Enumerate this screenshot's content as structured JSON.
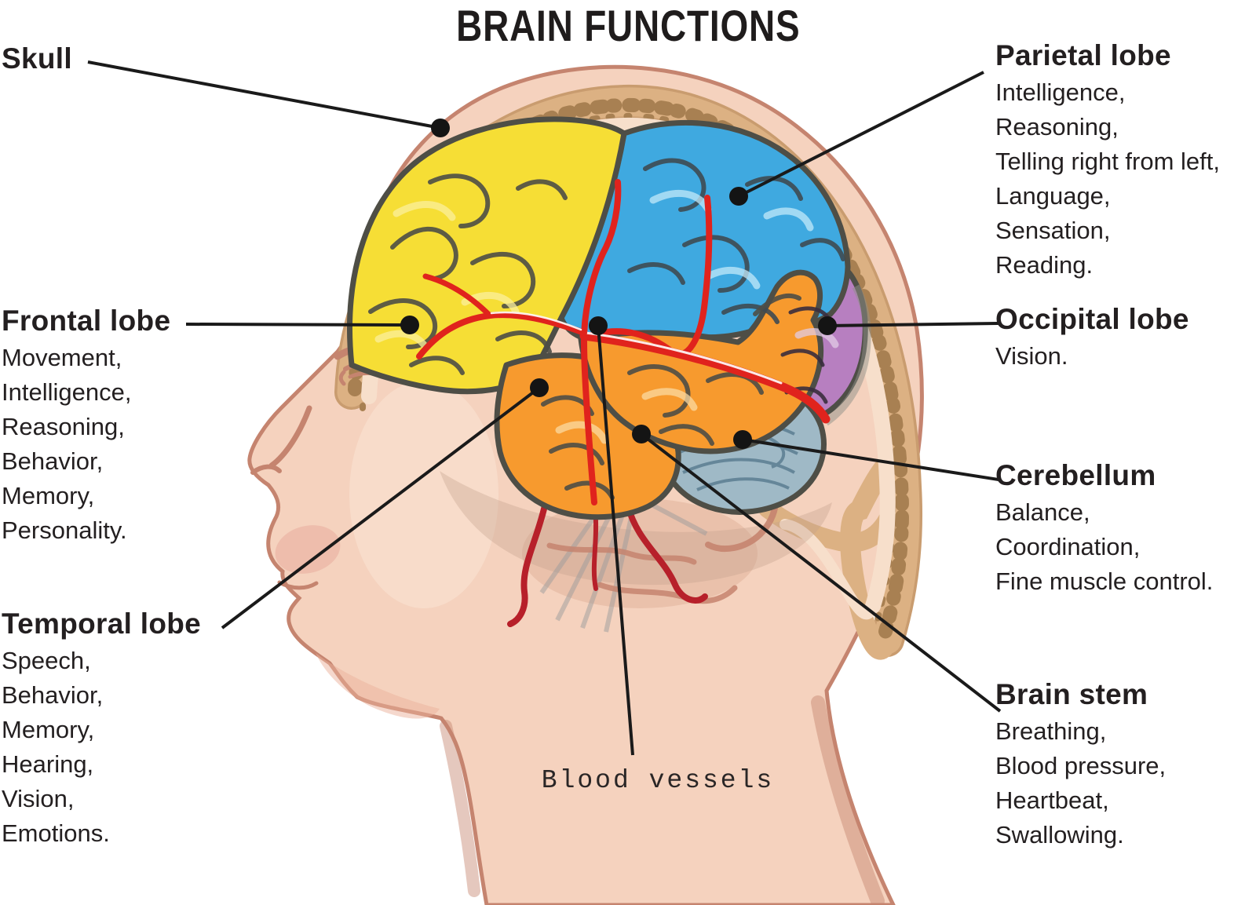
{
  "title": "BRAIN FUNCTIONS",
  "labels": {
    "skull": {
      "heading": "Skull",
      "lines": []
    },
    "parietal": {
      "heading": "Parietal lobe",
      "lines": [
        "Intelligence,",
        "Reasoning,",
        "Telling right from left,",
        "Language,",
        "Sensation,",
        "Reading."
      ]
    },
    "frontal": {
      "heading": "Frontal lobe",
      "lines": [
        "Movement,",
        "Intelligence,",
        "Reasoning,",
        "Behavior,",
        "Memory,",
        "Personality."
      ]
    },
    "occipital": {
      "heading": "Occipital lobe",
      "lines": [
        "Vision."
      ]
    },
    "cerebellum": {
      "heading": "Cerebellum",
      "lines": [
        "Balance,",
        "Coordination,",
        "Fine muscle control."
      ]
    },
    "temporal": {
      "heading": "Temporal lobe",
      "lines": [
        "Speech,",
        "Behavior,",
        "Memory,",
        "Hearing,",
        "Vision,",
        "Emotions."
      ]
    },
    "brain_stem": {
      "heading": "Brain stem",
      "lines": [
        "Breathing,",
        "Blood pressure,",
        "Heartbeat,",
        "Swallowing."
      ]
    },
    "blood_vessels": {
      "heading": "Blood vessels",
      "lines": []
    }
  },
  "colors": {
    "background": "#FFFFFF",
    "skin": "#F5D2BE",
    "skin_outline": "#C5846F",
    "skin_shadow": "#ECB29B",
    "skull_bone": "#DCB183",
    "bone_speckle": "#A88052",
    "bone_edge": "#C99C6F",
    "inner_skin_band": "#F7DFCB",
    "brain_outline": "#4E4E46",
    "frontal_lobe": "#F6DE35",
    "frontal_highlight": "#FBEF9C",
    "parietal_lobe": "#3FA9E0",
    "parietal_highlight": "#C3E9F9",
    "occipital_lobe": "#B77FC0",
    "occipital_highlight": "#E2CBE5",
    "temporal_lobe": "#F79A2E",
    "temporal_highlight": "#FBD9A2",
    "cerebellum": "#9FB9C6",
    "cerebellum_line": "#5C7E92",
    "artery": "#E0231D",
    "vessel_dark": "#B7202A",
    "leader_line": "#1A1A1A",
    "text": "#231F20"
  }
}
